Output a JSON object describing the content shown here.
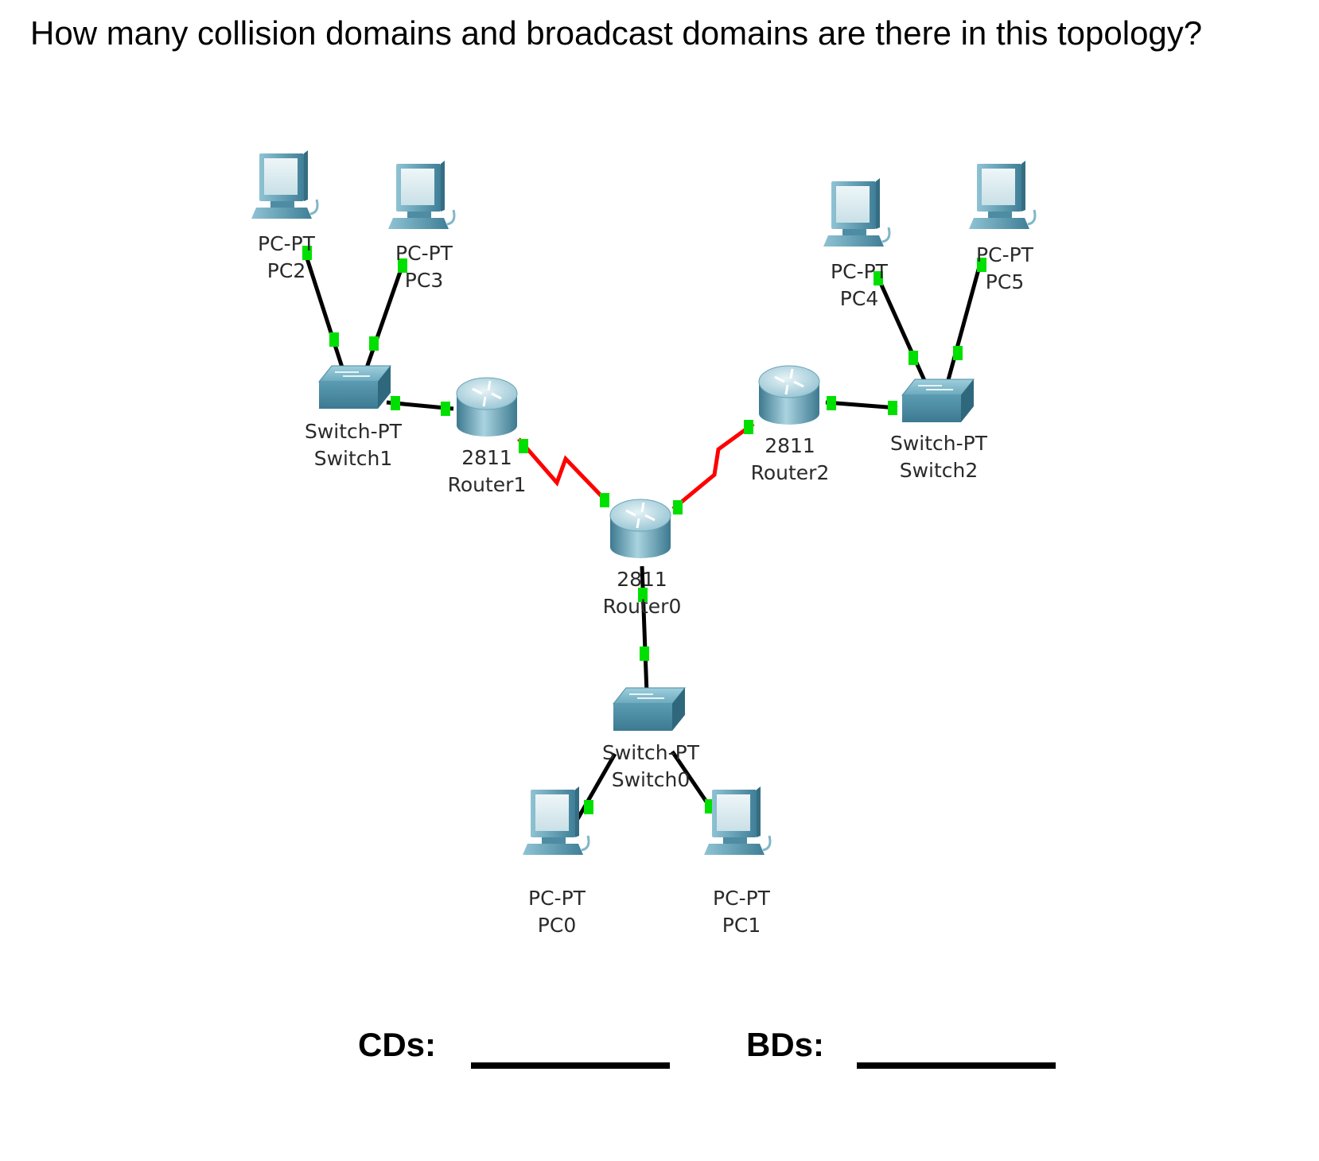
{
  "question": "How many collision domains and broadcast domains are there in this topology?",
  "answers": {
    "cd_label": "CDs:",
    "bd_label": "BDs:"
  },
  "colors": {
    "ethernet_link": "#000000",
    "serial_link": "#ff0000",
    "port_status": "#00e000",
    "device": "#5a9db5"
  },
  "devices": [
    {
      "id": "pc2",
      "icon": "pc-icon",
      "model": "PC-PT",
      "name": "PC2"
    },
    {
      "id": "pc3",
      "icon": "pc-icon",
      "model": "PC-PT",
      "name": "PC3"
    },
    {
      "id": "pc4",
      "icon": "pc-icon",
      "model": "PC-PT",
      "name": "PC4"
    },
    {
      "id": "pc5",
      "icon": "pc-icon",
      "model": "PC-PT",
      "name": "PC5"
    },
    {
      "id": "pc0",
      "icon": "pc-icon",
      "model": "PC-PT",
      "name": "PC0"
    },
    {
      "id": "pc1",
      "icon": "pc-icon",
      "model": "PC-PT",
      "name": "PC1"
    },
    {
      "id": "switch1",
      "icon": "switch-icon",
      "model": "Switch-PT",
      "name": "Switch1"
    },
    {
      "id": "switch2",
      "icon": "switch-icon",
      "model": "Switch-PT",
      "name": "Switch2"
    },
    {
      "id": "switch0",
      "icon": "switch-icon",
      "model": "Switch-PT",
      "name": "Switch0"
    },
    {
      "id": "router1",
      "icon": "router-icon",
      "model": "2811",
      "name": "Router1"
    },
    {
      "id": "router2",
      "icon": "router-icon",
      "model": "2811",
      "name": "Router2"
    },
    {
      "id": "router0",
      "icon": "router-icon",
      "model": "2811",
      "name": "Router0"
    }
  ],
  "links": [
    {
      "from": "pc2",
      "to": "switch1",
      "type": "ethernet"
    },
    {
      "from": "pc3",
      "to": "switch1",
      "type": "ethernet"
    },
    {
      "from": "switch1",
      "to": "router1",
      "type": "ethernet"
    },
    {
      "from": "router1",
      "to": "router0",
      "type": "serial"
    },
    {
      "from": "router2",
      "to": "router0",
      "type": "serial"
    },
    {
      "from": "router2",
      "to": "switch2",
      "type": "ethernet"
    },
    {
      "from": "pc4",
      "to": "switch2",
      "type": "ethernet"
    },
    {
      "from": "pc5",
      "to": "switch2",
      "type": "ethernet"
    },
    {
      "from": "router0",
      "to": "switch0",
      "type": "ethernet"
    },
    {
      "from": "switch0",
      "to": "pc0",
      "type": "ethernet"
    },
    {
      "from": "switch0",
      "to": "pc1",
      "type": "ethernet"
    }
  ]
}
